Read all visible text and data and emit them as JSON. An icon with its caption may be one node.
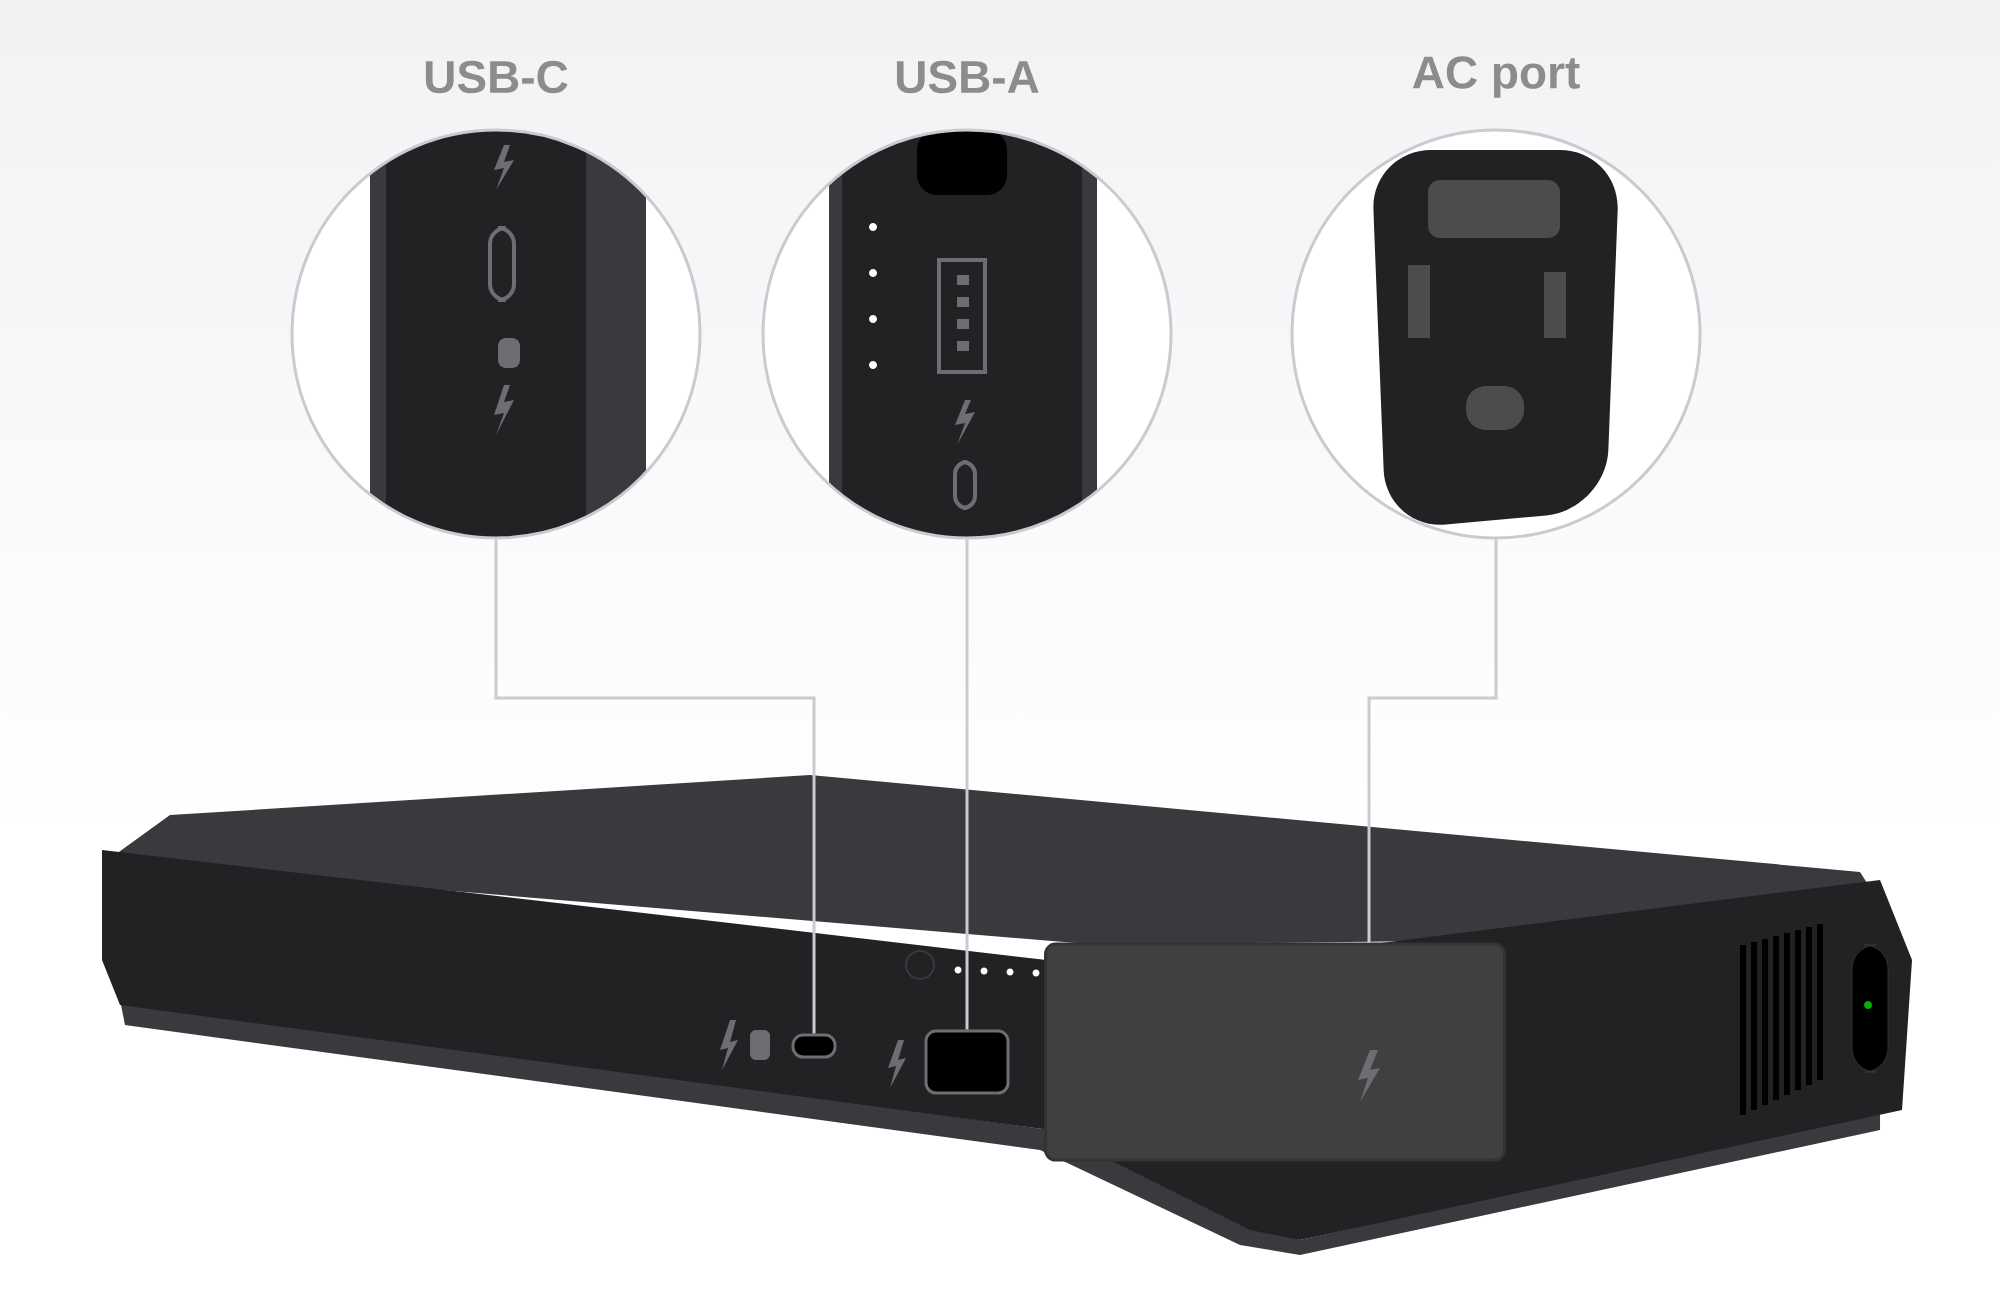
{
  "diagram": {
    "nodes": [
      {
        "text": [
          "USB-C"
        ]
      },
      {
        "text": [
          "USB-A"
        ]
      },
      {
        "text": [
          "AC port"
        ]
      },
      {
        "text": [],
        "shape": "box"
      },
      {
        "text": [],
        "shape": "box"
      },
      {
        "text": [],
        "shape": "box"
      }
    ],
    "edges": [
      {
        "from": 0,
        "to": 3,
        "arrow": "none"
      },
      {
        "from": 1,
        "to": 4,
        "arrow": "none"
      },
      {
        "from": 2,
        "to": 5,
        "arrow": "none"
      }
    ]
  }
}
